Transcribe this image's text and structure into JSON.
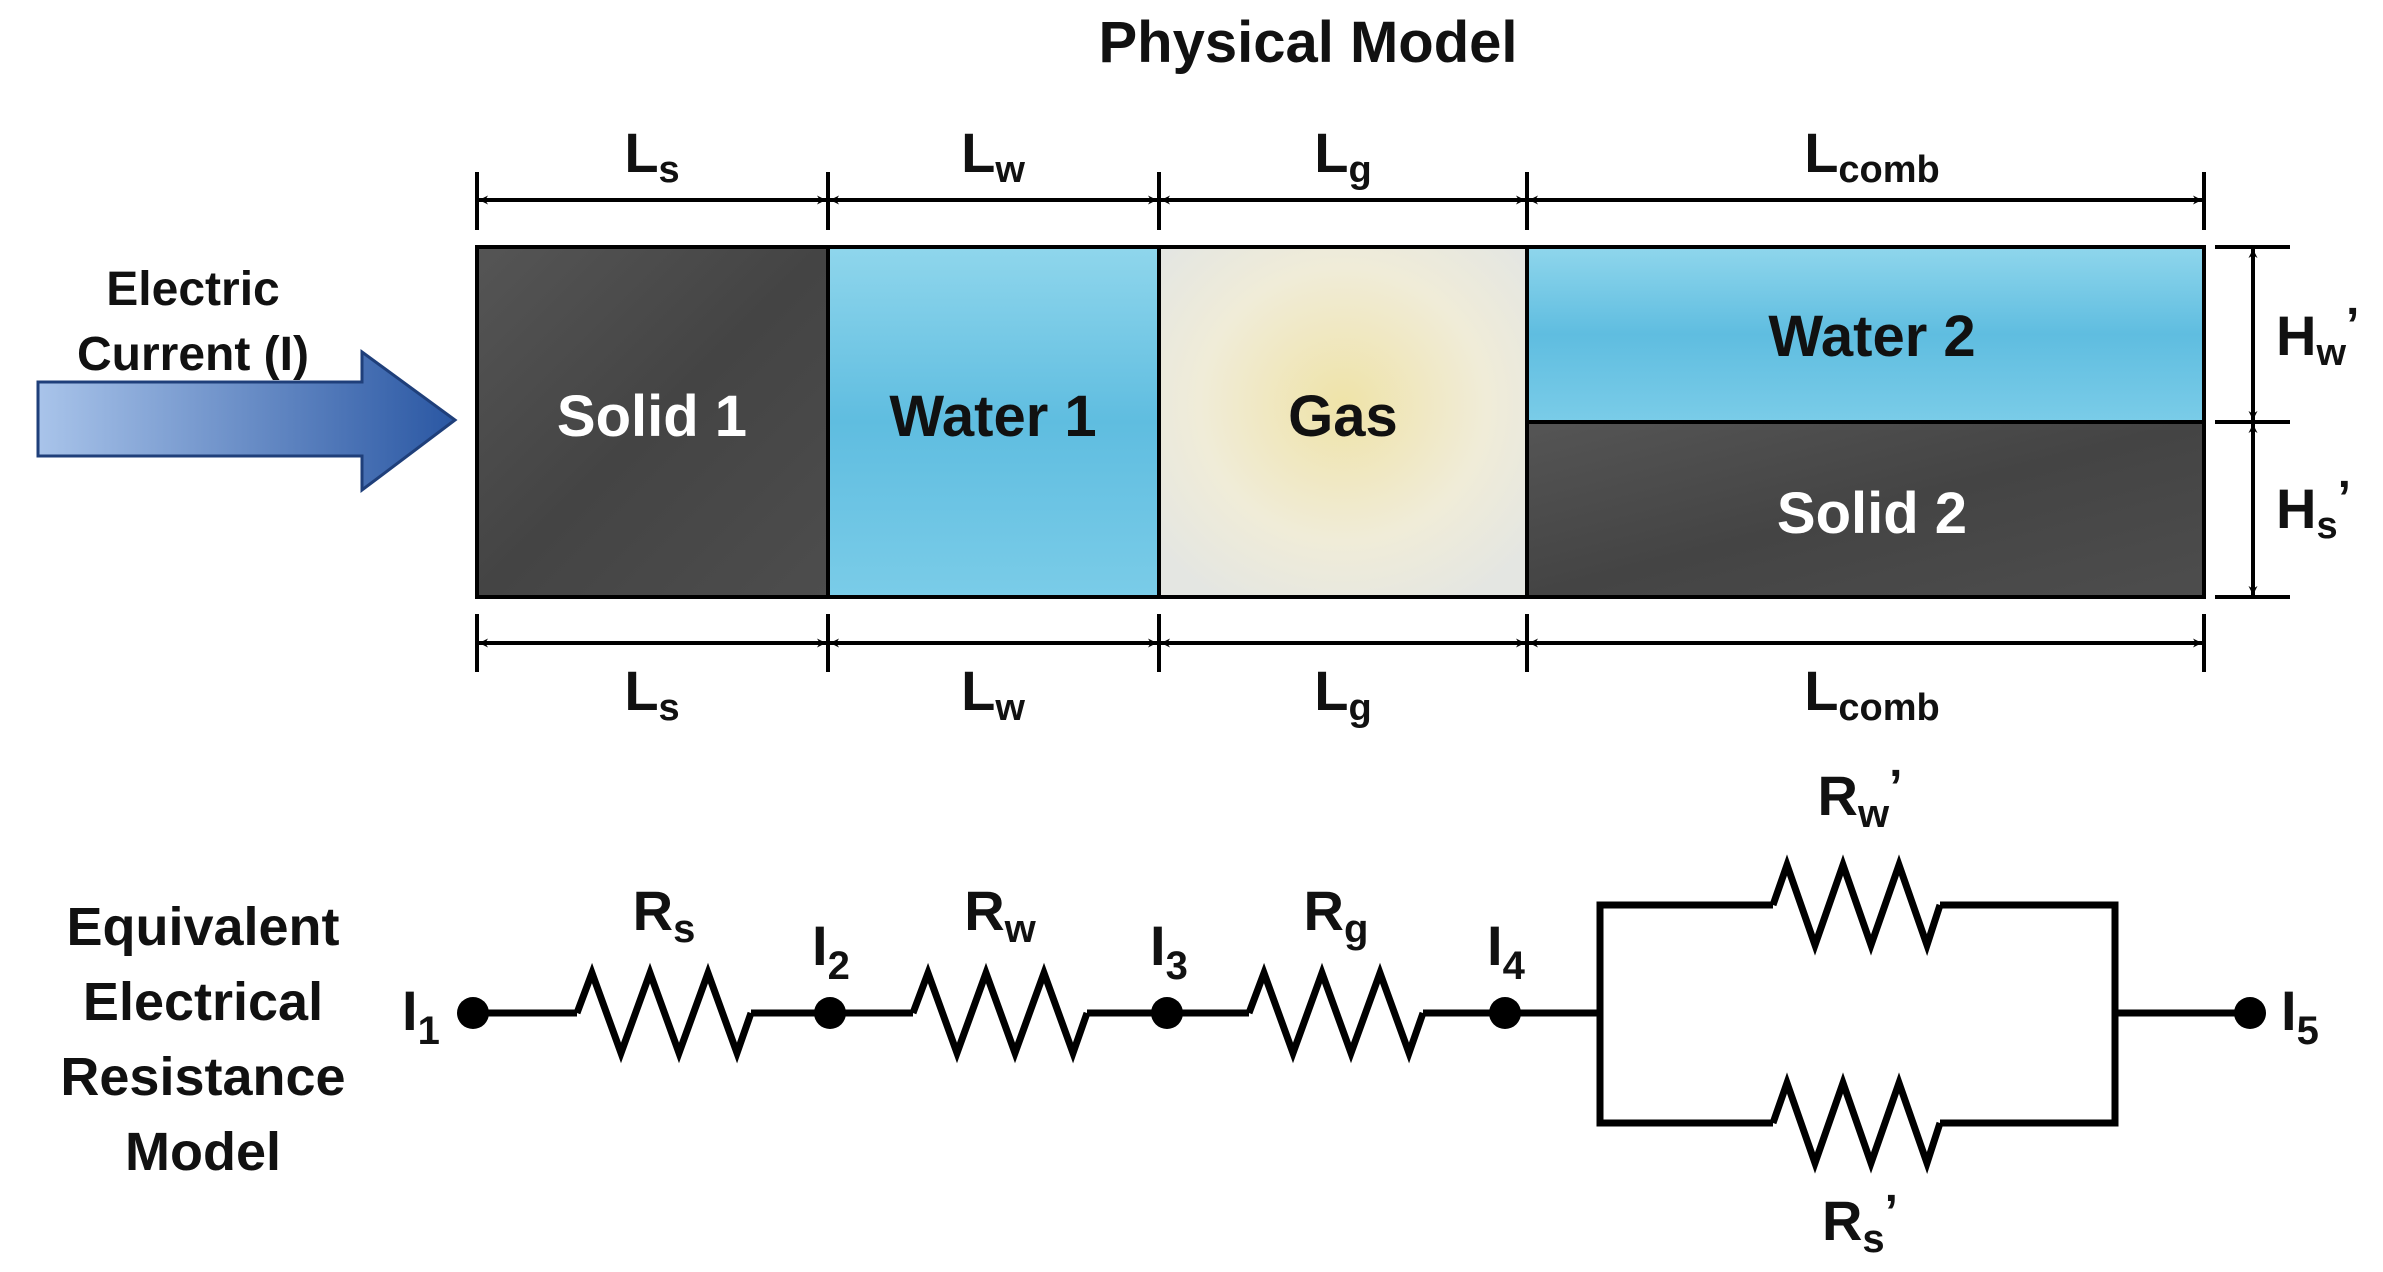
{
  "title": "Physical Model",
  "current_label": {
    "line1": "Electric",
    "line2": "Current (I)"
  },
  "dims": {
    "Ls": {
      "main": "L",
      "sub": "s"
    },
    "Lw": {
      "main": "L",
      "sub": "w"
    },
    "Lg": {
      "main": "L",
      "sub": "g"
    },
    "Lcomb": {
      "main": "L",
      "sub": "comb"
    },
    "Hw": {
      "main": "H",
      "sub": "w",
      "prime": "’"
    },
    "Hs": {
      "main": "H",
      "sub": "s",
      "prime": "’"
    }
  },
  "regions": {
    "solid1": "Solid 1",
    "water1": "Water 1",
    "gas": "Gas",
    "water2": "Water 2",
    "solid2": "Solid 2"
  },
  "model_label": {
    "line1": "Equivalent",
    "line2": "Electrical",
    "line3": "Resistance",
    "line4": "Model"
  },
  "resistors": {
    "Rs": {
      "main": "R",
      "sub": "s"
    },
    "Rw": {
      "main": "R",
      "sub": "w"
    },
    "Rg": {
      "main": "R",
      "sub": "g"
    },
    "Rwp": {
      "main": "R",
      "sub": "w",
      "prime": "’"
    },
    "Rsp": {
      "main": "R",
      "sub": "s",
      "prime": "’"
    }
  },
  "nodes": {
    "I1": {
      "main": "I",
      "sub": "1"
    },
    "I2": {
      "main": "I",
      "sub": "2"
    },
    "I3": {
      "main": "I",
      "sub": "3"
    },
    "I4": {
      "main": "I",
      "sub": "4"
    },
    "I5": {
      "main": "I",
      "sub": "5"
    }
  },
  "colors": {
    "solid": "#4a4a4a",
    "water": "#6cc4e2",
    "gas": "#ece8d0",
    "arrow": "#3f6fb5",
    "line": "#000000"
  }
}
